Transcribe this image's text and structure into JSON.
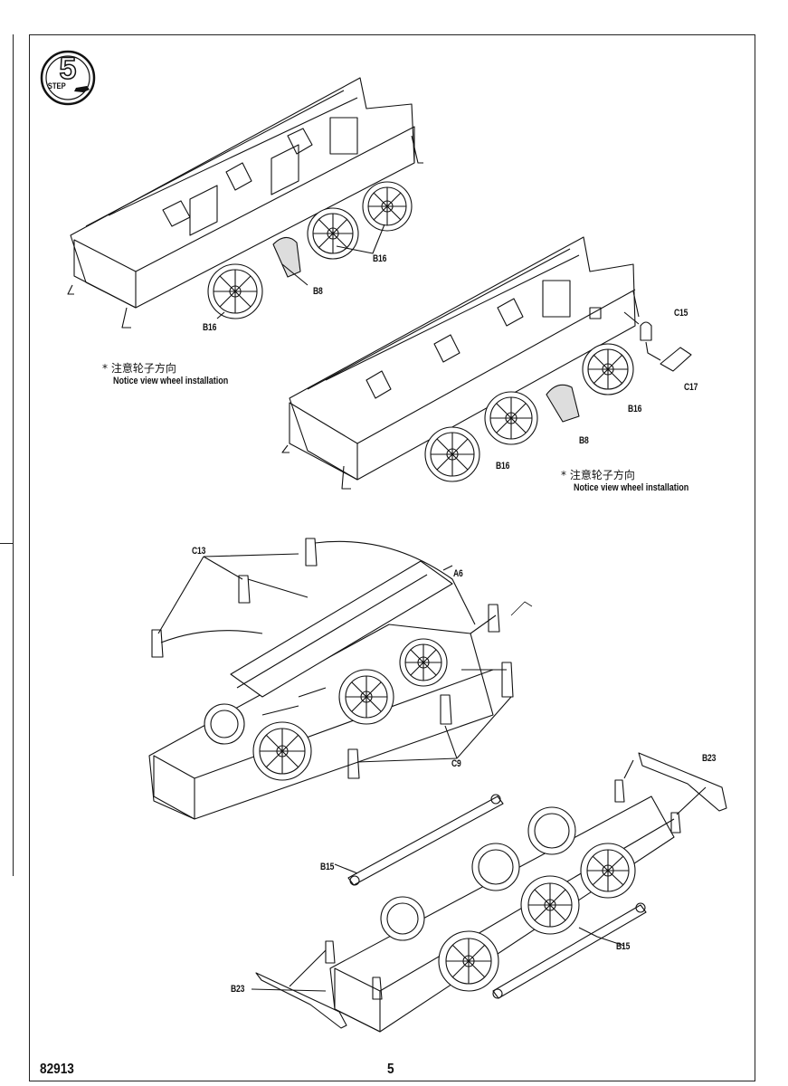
{
  "step": {
    "number": "5",
    "word": "STEP"
  },
  "labels": {
    "b16_a": "B16",
    "b8_a": "B8",
    "b16_b": "B16",
    "c15": "C15",
    "c17": "C17",
    "b16_c": "B16",
    "b8_b": "B8",
    "b16_d": "B16",
    "c13": "C13",
    "a6": "A6",
    "c9": "C9",
    "b23_top": "B23",
    "b15_left": "B15",
    "b15_right": "B15",
    "b23_bottom": "B23"
  },
  "notes": [
    {
      "cn": "* 注意轮子方向",
      "en": "Notice view wheel installation"
    },
    {
      "cn": "* 注意轮子方向",
      "en": "Notice view wheel installation"
    }
  ],
  "footer": {
    "code": "82913",
    "page": "5"
  }
}
